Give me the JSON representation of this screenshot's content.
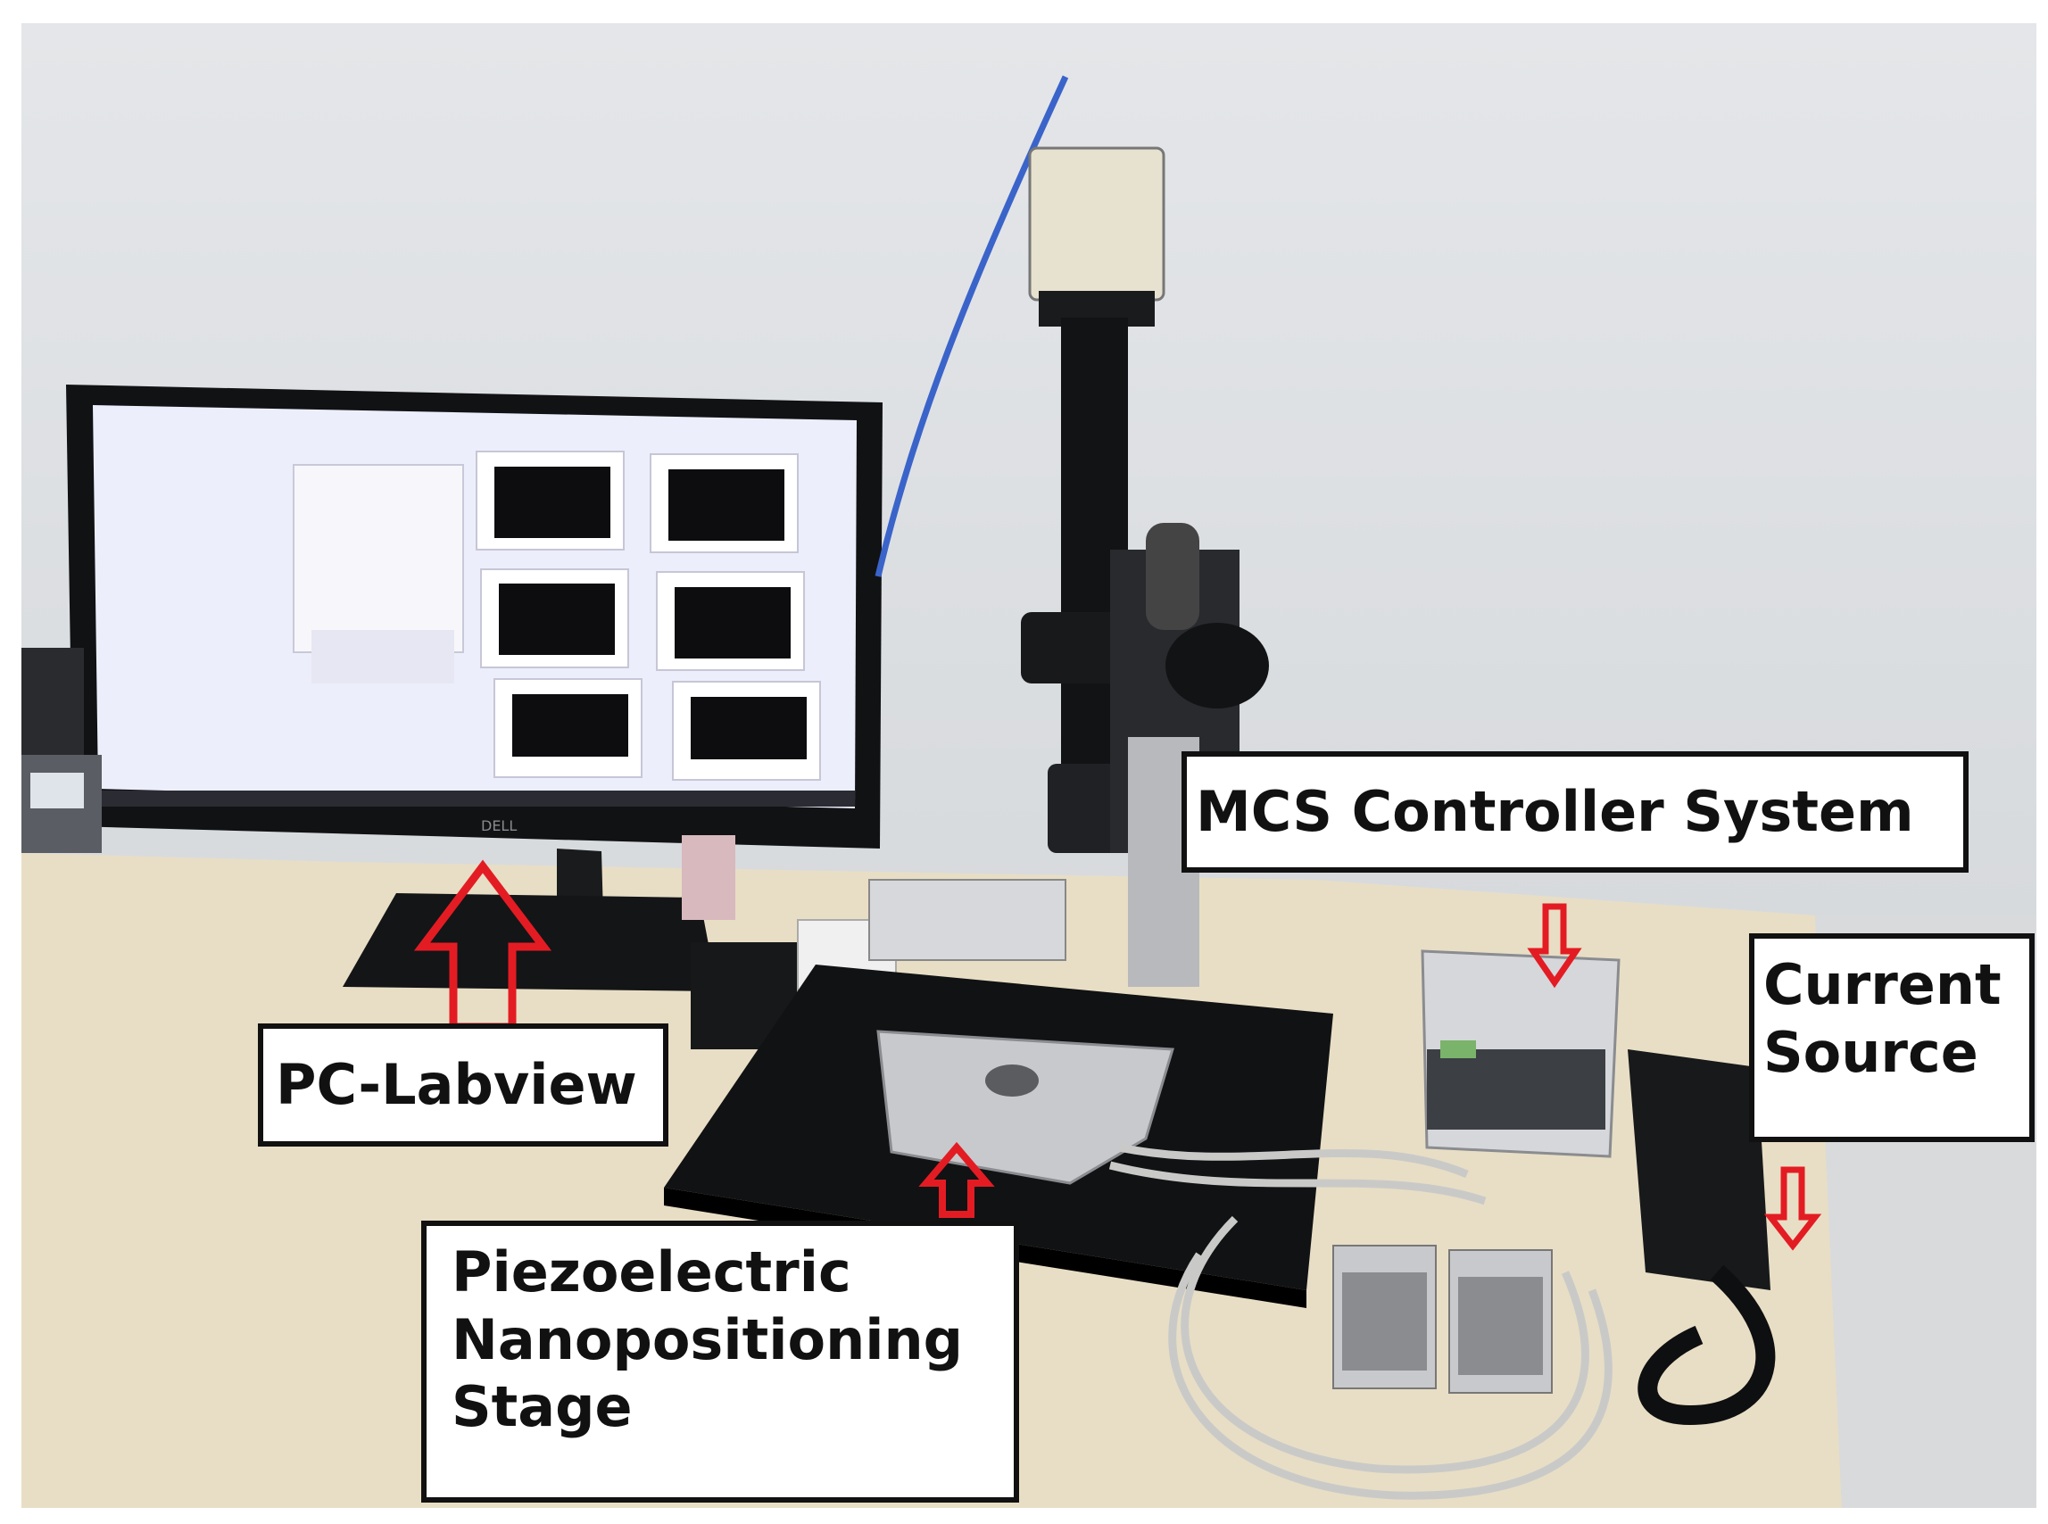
{
  "labels": {
    "pc": "PC-Labview",
    "mcs": "MCS Controller System",
    "current": "Current\nSource",
    "piezo": "Piezoelectric\nNanopositioning\nStage"
  },
  "monitor_brand": "DELL",
  "colors": {
    "arrow_red": "#e31c23",
    "label_bg": "#ffffff",
    "label_border": "#111111",
    "screen": "#eceefb",
    "table": "#e7dcc2",
    "wall": "#dcdee1"
  }
}
